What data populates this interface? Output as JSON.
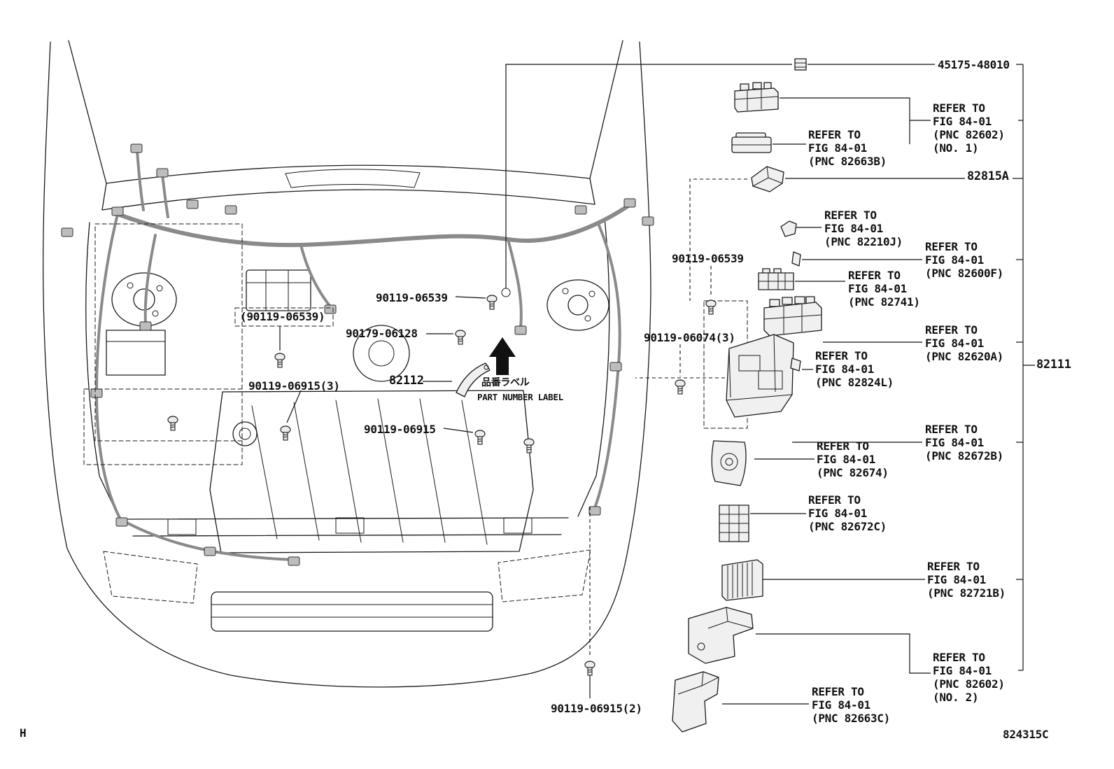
{
  "page": {
    "sheet_code": "H",
    "drawing_code": "824315C"
  },
  "main_callout": "82111",
  "parts": {
    "grommet": "45175-48010",
    "bracket_a": "82815A",
    "harness_clamp": "82112",
    "label_jp": "品番ラベル",
    "label_en": "PART NUMBER LABEL"
  },
  "bolts": {
    "b06539_right": "90119-06539",
    "b06539_center": "90119-06539",
    "b06539_paren": "(90119-06539)",
    "b06128": "90179-06128",
    "b06074": "90119-06074(3)",
    "b06915_3": "90119-06915(3)",
    "b06915": "90119-06915",
    "b06915_2": "90119-06915(2)"
  },
  "refs": {
    "r82602_no1": "REFER TO\nFIG 84-01\n(PNC 82602)\n(NO. 1)",
    "r82663b": "REFER TO\nFIG 84-01\n(PNC 82663B)",
    "r82210j": "REFER TO\nFIG 84-01\n(PNC 82210J)",
    "r82600f": "REFER TO\nFIG 84-01\n(PNC 82600F)",
    "r82741": "REFER TO\nFIG 84-01\n(PNC 82741)",
    "r82620a": "REFER TO\nFIG 84-01\n(PNC 82620A)",
    "r82824l": "REFER TO\nFIG 84-01\n(PNC 82824L)",
    "r82672b": "REFER TO\nFIG 84-01\n(PNC 82672B)",
    "r82674": "REFER TO\nFIG 84-01\n(PNC 82674)",
    "r82672c": "REFER TO\nFIG 84-01\n(PNC 82672C)",
    "r82721b": "REFER TO\nFIG 84-01\n(PNC 82721B)",
    "r82602_no2": "REFER TO\nFIG 84-01\n(PNC 82602)\n(NO. 2)",
    "r82663c": "REFER TO\nFIG 84-01\n(PNC 82663C)"
  }
}
